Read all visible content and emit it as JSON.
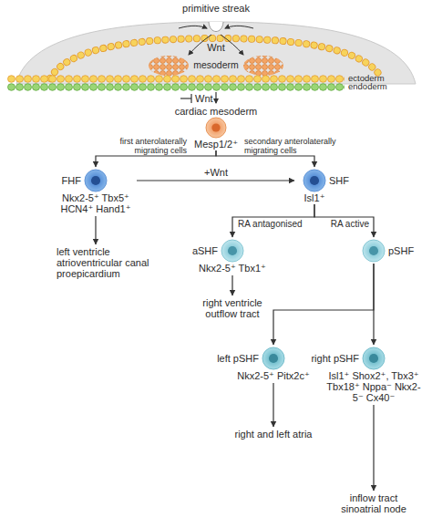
{
  "diagram": {
    "nodes": [
      {
        "text": [
          "cardiac mesoderm",
          "Mesp1/2⁺"
        ]
      },
      {
        "text": [
          "FHF",
          "Nkx2-5⁺ Tbx5⁺ HCN4⁺ Hand1⁺"
        ]
      },
      {
        "text": [
          "SHF",
          "Isl1⁺"
        ]
      },
      {
        "text": [
          "left ventricle atrioventricular canal proepicardium"
        ]
      },
      {
        "text": [
          "aSHF",
          "Nkx2-5⁺ Tbx1⁺"
        ]
      },
      {
        "text": [
          "pSHF"
        ]
      },
      {
        "text": [
          "right ventricle outflow tract"
        ]
      },
      {
        "text": [
          "left pSHF",
          "Nkx2-5⁺ Pitx2c⁺"
        ]
      },
      {
        "text": [
          "right pSHF",
          "Isl1⁺ Shox2⁺, Tbx3⁺ Tbx18⁺ Nppa⁻ Nkx2-5⁻ Cx40⁻"
        ]
      },
      {
        "text": [
          "right and left atria"
        ]
      },
      {
        "text": [
          "inflow tract sinoatrial node"
        ]
      }
    ],
    "edges": [
      {
        "from": 0,
        "to": 1,
        "arrow": "to",
        "label": "first anterolaterally migrating cells"
      },
      {
        "from": 0,
        "to": 2,
        "arrow": "to",
        "label": "secondary anterolaterally migrating cells"
      },
      {
        "from": 1,
        "to": 2,
        "arrow": "to",
        "label": "+Wnt"
      },
      {
        "from": 1,
        "to": 3,
        "arrow": "to"
      },
      {
        "from": 2,
        "to": 4,
        "arrow": "to",
        "label": "RA antagonised"
      },
      {
        "from": 2,
        "to": 5,
        "arrow": "to",
        "label": "RA active"
      },
      {
        "from": 4,
        "to": 6,
        "arrow": "to"
      },
      {
        "from": 5,
        "to": 7,
        "arrow": "to"
      },
      {
        "from": 5,
        "to": 8,
        "arrow": "to"
      },
      {
        "from": 7,
        "to": 9,
        "arrow": "to"
      },
      {
        "from": 8,
        "to": 10,
        "arrow": "to"
      }
    ],
    "labels": [
      "primitive streak",
      "Wnt",
      "mesoderm",
      "ectoderm",
      "endoderm",
      "Wnt"
    ]
  }
}
